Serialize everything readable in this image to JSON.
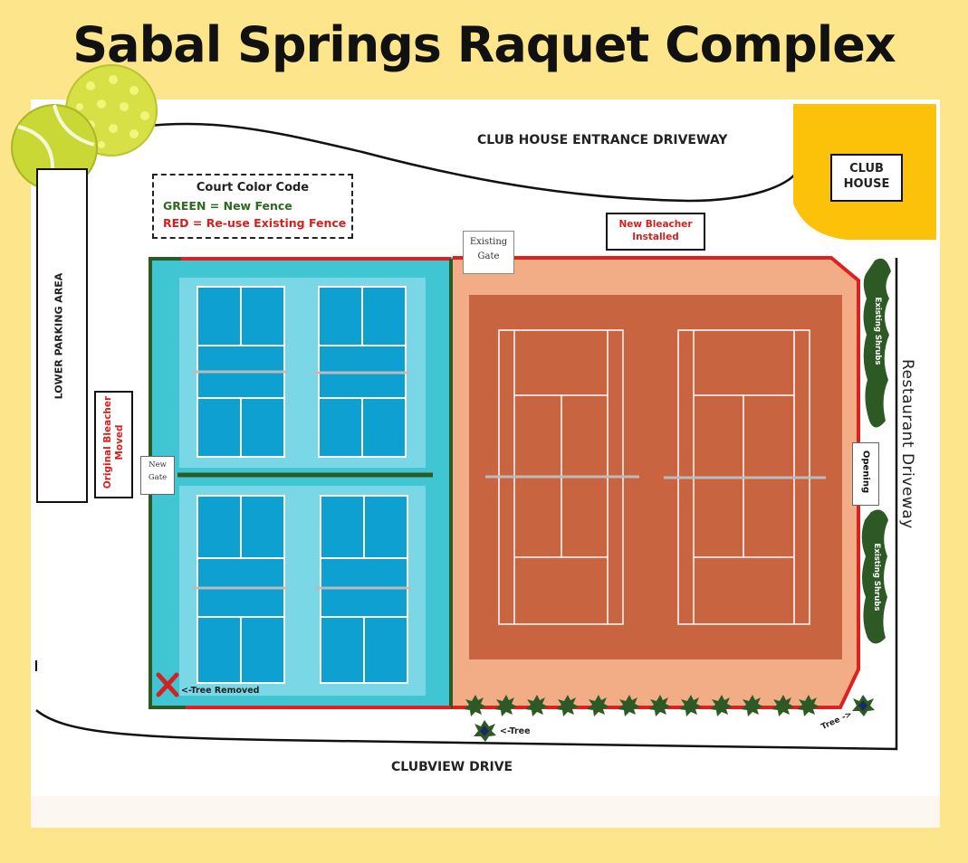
{
  "title": "Sabal Springs Raquet Complex",
  "labels": {
    "clubhouse_driveway": "CLUB HOUSE ENTRANCE DRIVEWAY",
    "club_line1": "CLUB",
    "club_line2": "HOUSE",
    "lower_parking": "LOWER PARKING AREA",
    "original_bleacher": "Original Bleacher Moved",
    "new_gate_line1": "New",
    "new_gate_line2": "Gate",
    "existing_gate_line1": "Existing",
    "existing_gate_line2": "Gate",
    "new_bleacher_line1": "New Bleacher",
    "new_bleacher_line2": "Installed",
    "existing_shrubs_top": "Existing Shrubs",
    "existing_shrubs_bottom": "Existing Shrubs",
    "opening": "Opening",
    "restaurant_driveway": "Restaurant Driveway",
    "tree_removed": "<-Tree Removed",
    "tree_left": "<-Tree",
    "tree_right": "Tree ->",
    "clubview_drive": "CLUBVIEW DRIVE"
  },
  "legend": {
    "heading": "Court Color Code",
    "green": "GREEN = New Fence",
    "red": "RED = Re-use Existing Fence"
  },
  "colors": {
    "background": "#fce58a",
    "pickleball_surround": "#3fc6d2",
    "pickleball_court": "#0fa0d2",
    "pickleball_apron": "#7ad8e6",
    "tennis_surround": "#f2ad86",
    "tennis_court": "#c96440",
    "new_fence": "#2d5a24",
    "existing_fence": "#e02020",
    "clubhouse": "#fcc20a",
    "shrubs": "#2d5a24"
  }
}
